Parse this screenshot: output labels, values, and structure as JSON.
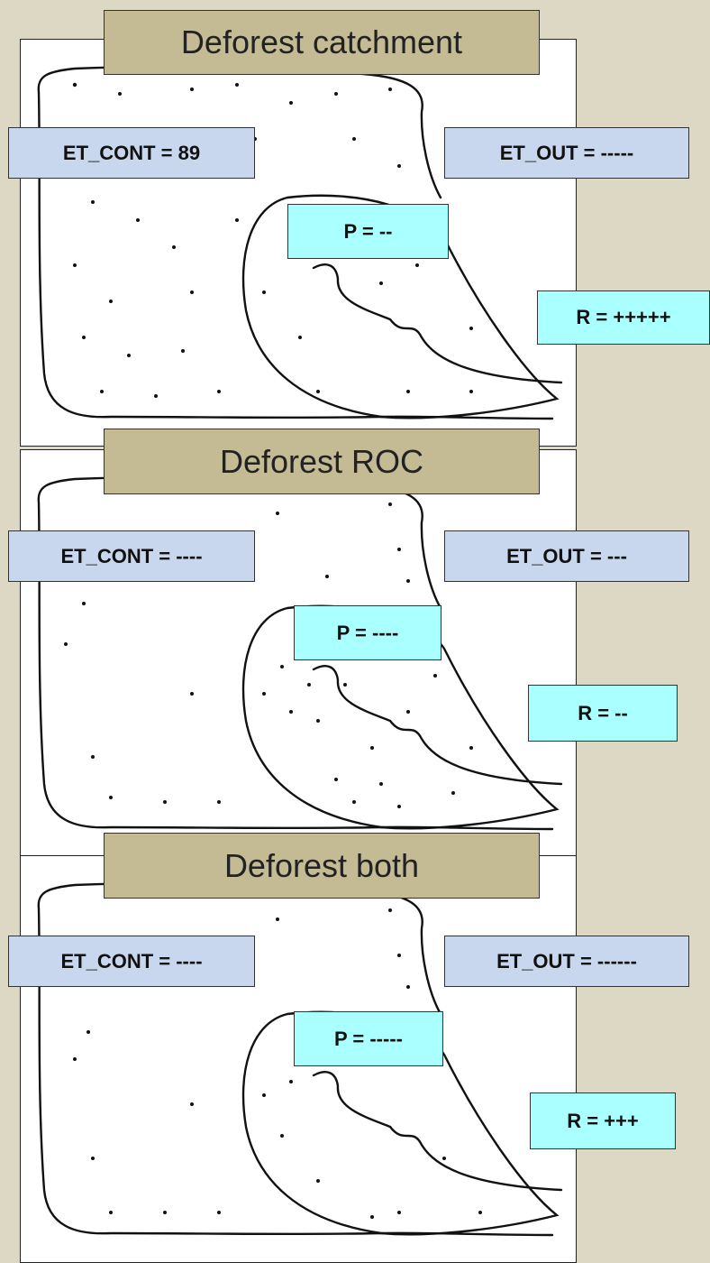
{
  "panels": [
    {
      "title": "Deforest catchment",
      "et_cont": "ET_CONT = 89",
      "et_out": "ET_OUT = -----",
      "p": "P = --",
      "r": "R = +++++"
    },
    {
      "title": "Deforest ROC",
      "et_cont": "ET_CONT = ----",
      "et_out": "ET_OUT = ---",
      "p": "P = ----",
      "r": "R = --"
    },
    {
      "title": "Deforest both",
      "et_cont": "ET_CONT = ----",
      "et_out": "ET_OUT = ------",
      "p": "P = -----",
      "r": "R = +++"
    }
  ],
  "colors": {
    "background": "#ddd8c3",
    "title_box": "#c4bb95",
    "et_box": "#c9d7ee",
    "p_r_box": "#aaffff"
  }
}
